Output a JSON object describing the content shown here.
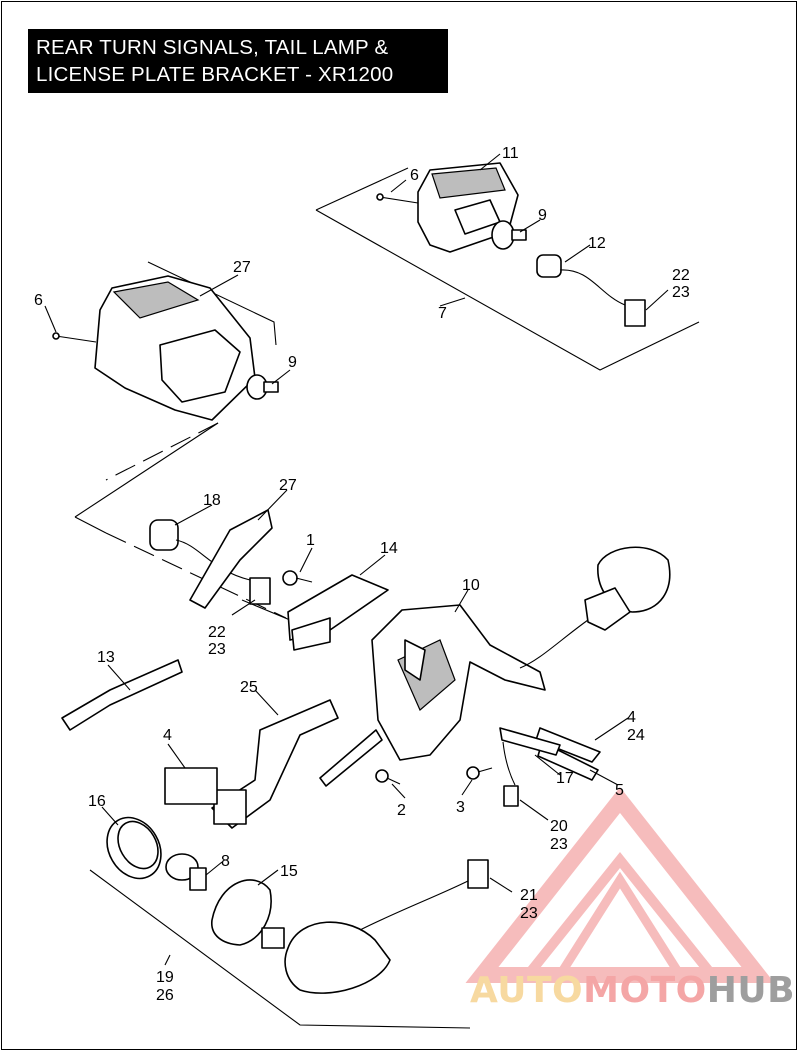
{
  "title": {
    "line1": "REAR TURN SIGNALS, TAIL LAMP &",
    "line2": "LICENSE PLATE BRACKET - XR1200"
  },
  "callouts": {
    "c1": "1",
    "c2": "2",
    "c3": "3",
    "c4a": "4",
    "c4b": "4",
    "c24": "24",
    "c5": "5",
    "c6a": "6",
    "c6b": "6",
    "c7": "7",
    "c8": "8",
    "c9a": "9",
    "c9b": "9",
    "c10": "10",
    "c11": "11",
    "c12": "12",
    "c13": "13",
    "c14": "14",
    "c15": "15",
    "c16": "16",
    "c17": "17",
    "c18": "18",
    "c19": "19",
    "c26": "26",
    "c20": "20",
    "c23a": "23",
    "c21": "21",
    "c23b": "23",
    "c22a": "22",
    "c23c": "23",
    "c22b": "22",
    "c23d": "23",
    "c25": "25",
    "c27a": "27",
    "c27b": "27"
  },
  "watermark": {
    "auto": "AUTO",
    "moto": "MOTO",
    "hub": "HUB",
    "color_primary": "#f4a6a6",
    "color_secondary": "#f7d9a0",
    "color_hub": "#9e9e9e"
  }
}
